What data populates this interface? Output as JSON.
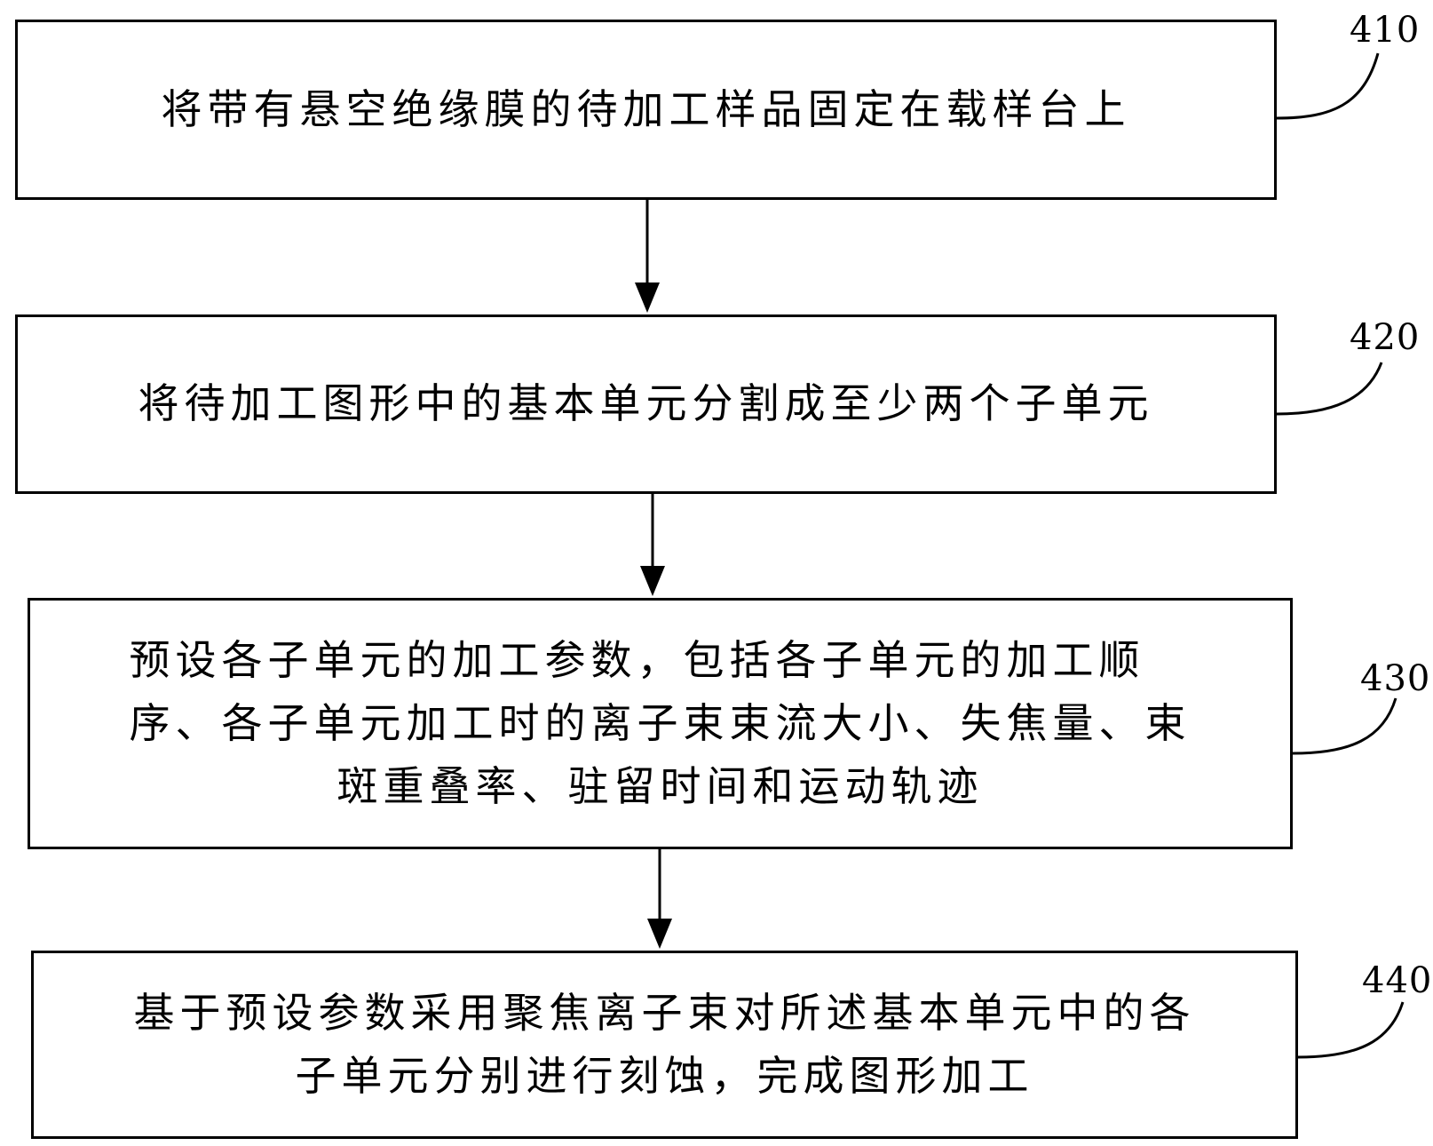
{
  "steps": [
    {
      "label": "410",
      "lines": [
        "将带有悬空绝缘膜的待加工样品固定在载样台上"
      ]
    },
    {
      "label": "420",
      "lines": [
        "将待加工图形中的基本单元分割成至少两个子单元"
      ]
    },
    {
      "label": "430",
      "lines": [
        "预设各子单元的加工参数，包括各子单元的加工顺",
        "序、各子单元加工时的离子束束流大小、失焦量、束",
        "斑重叠率、驻留时间和运动轨迹"
      ]
    },
    {
      "label": "440",
      "lines": [
        "基于预设参数采用聚焦离子束对所述基本单元中的各",
        "子单元分别进行刻蚀，完成图形加工"
      ]
    }
  ]
}
